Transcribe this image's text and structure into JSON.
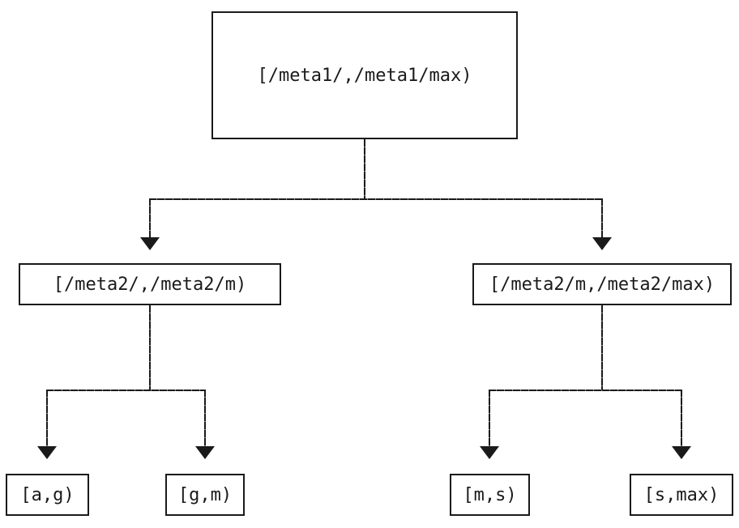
{
  "colors": {
    "background": "#ffffff",
    "line": "#1a1a1a",
    "text": "#1a1a1a"
  },
  "diagram_type": "tree",
  "tree": {
    "root": {
      "label": "[/meta1/,/meta1/max)",
      "children": [
        {
          "label": "[/meta2/,/meta2/m)",
          "children": [
            {
              "label": "[a,g)"
            },
            {
              "label": "[g,m)"
            }
          ]
        },
        {
          "label": "[/meta2/m,/meta2/max)",
          "children": [
            {
              "label": "[m,s)"
            },
            {
              "label": "[s,max)"
            }
          ]
        }
      ]
    }
  }
}
